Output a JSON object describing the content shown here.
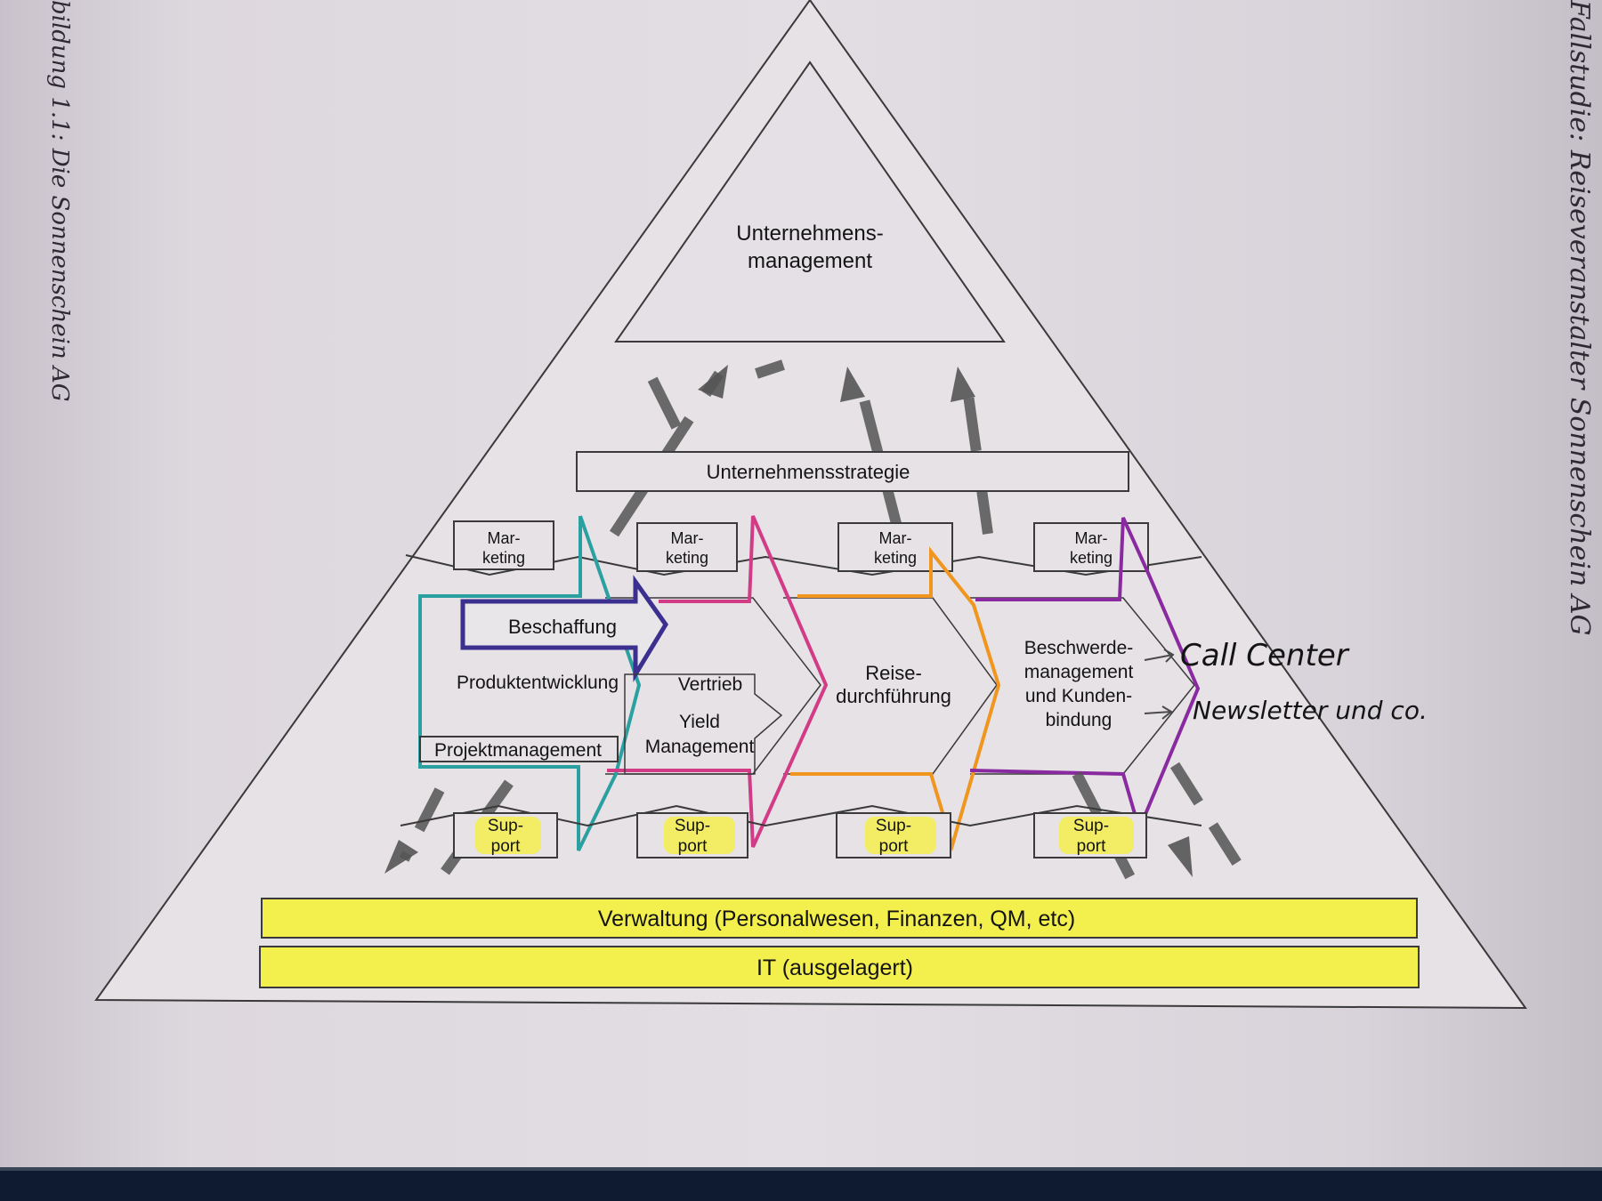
{
  "captions": {
    "left": "bildung 1.1: Die Sonnenschein AG",
    "right": "Fallstudie: Reiseveranstalter Sonnenschein AG"
  },
  "diagram": {
    "management": [
      "Unternehmens-",
      "management"
    ],
    "strategy": "Unternehmensstrategie",
    "marketing": [
      [
        "Mar-",
        "keting"
      ],
      [
        "Mar-",
        "keting"
      ],
      [
        "Mar-",
        "keting"
      ],
      [
        "Mar-",
        "keting"
      ]
    ],
    "support": [
      [
        "Sup-",
        "port"
      ],
      [
        "Sup-",
        "port"
      ],
      [
        "Sup-",
        "port"
      ],
      [
        "Sup-",
        "port"
      ]
    ],
    "stage1": {
      "beschaffung": "Beschaffung",
      "produktentwicklung": "Produktentwicklung",
      "projektmanagement": "Projektmanagement"
    },
    "stage2": {
      "vertrieb": "Vertrieb",
      "yield": [
        "Yield",
        "Management"
      ]
    },
    "stage3": [
      "Reise-",
      "durchführung"
    ],
    "stage4": [
      "Beschwerde-",
      "management",
      "und Kunden-",
      "bindung"
    ],
    "annotations": [
      "Call Center",
      "Newsletter und co."
    ],
    "verwaltung": "Verwaltung (Personalwesen, Finanzen, QM, etc)",
    "it": "IT (ausgelagert)"
  },
  "colors": {
    "highlight_yellow": "#f3ef4c",
    "teal": "#2aa0a0",
    "navy": "#3b2f8f",
    "magenta": "#d23c86",
    "orange": "#f0961e",
    "purple": "#8a2aa0"
  }
}
